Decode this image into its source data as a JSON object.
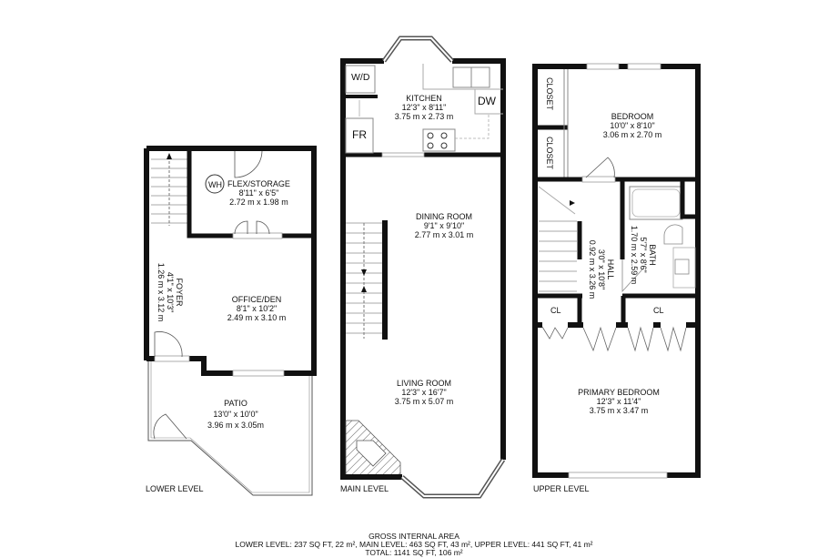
{
  "levels": {
    "lower": {
      "label": "LOWER LEVEL",
      "rooms": [
        {
          "name": "FLEX/STORAGE",
          "imperial": "8'11\" x 6'5\"",
          "metric": "2.72 m x 1.98 m"
        },
        {
          "name": "FOYER",
          "imperial": "4'1\" x 10'3\"",
          "metric": "1.26 m x 3.12 m"
        },
        {
          "name": "OFFICE/DEN",
          "imperial": "8'1\" x 10'2\"",
          "metric": "2.49 m x 3.10 m"
        },
        {
          "name": "PATIO",
          "imperial": "13'0\" x 10'0\"",
          "metric": "3.96 m x 3.05m"
        }
      ],
      "fixtures": {
        "water_heater": "WH"
      }
    },
    "main": {
      "label": "MAIN LEVEL",
      "rooms": [
        {
          "name": "KITCHEN",
          "imperial": "12'3\" x 8'11\"",
          "metric": "3.75 m x 2.73 m"
        },
        {
          "name": "DINING ROOM",
          "imperial": "9'1\" x 9'10\"",
          "metric": "2.77 m x 3.01 m"
        },
        {
          "name": "LIVING ROOM",
          "imperial": "12'3\" x 16'7\"",
          "metric": "3.75 m x 5.07 m"
        }
      ],
      "fixtures": {
        "washer_dryer": "W/D",
        "fridge": "FR",
        "dishwasher": "DW"
      }
    },
    "upper": {
      "label": "UPPER LEVEL",
      "rooms": [
        {
          "name": "BEDROOM",
          "imperial": "10'0\" x 8'10\"",
          "metric": "3.06 m x 2.70 m"
        },
        {
          "name": "HALL",
          "imperial": "3'0\" x 10'8\"",
          "metric": "0.92 m x 3.26 m"
        },
        {
          "name": "BATH",
          "imperial": "5'7\" x 8'6\"",
          "metric": "1.70 m x 2.59 m"
        },
        {
          "name": "PRIMARY BEDROOM",
          "imperial": "12'3\" x 11'4\"",
          "metric": "3.75 m x 3.47 m"
        }
      ],
      "closets": [
        "CLOSET",
        "CLOSET",
        "CL",
        "CL"
      ]
    }
  },
  "footer": {
    "title": "GROSS INTERNAL AREA",
    "summary": "LOWER LEVEL: 237 SQ FT, 22 m², MAIN LEVEL: 463 SQ FT, 43 m², UPPER LEVEL: 441 SQ FT, 41 m²",
    "total": "TOTAL: 1141 SQ FT, 106 m²"
  }
}
